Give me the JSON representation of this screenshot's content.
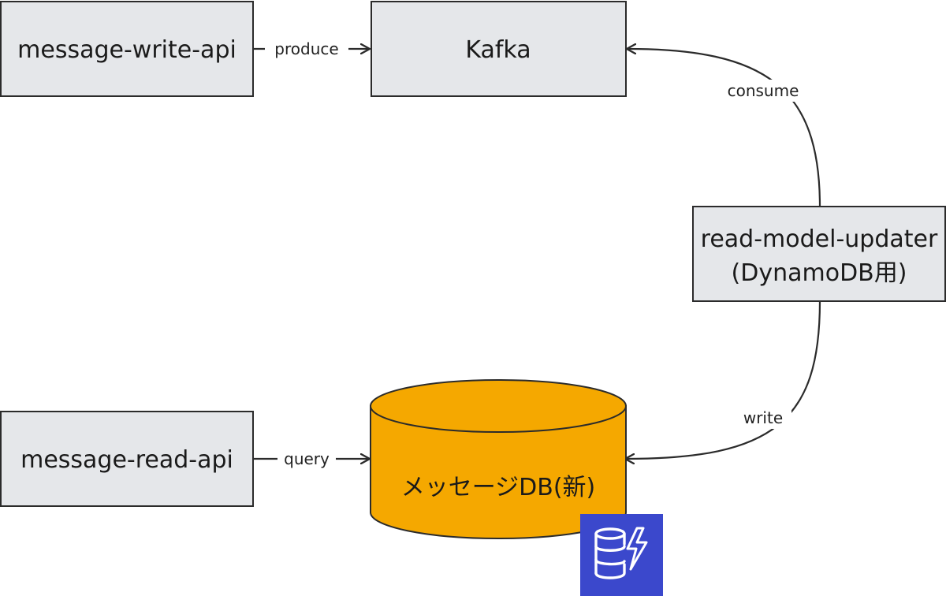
{
  "colors": {
    "node_fill": "#e5e7ea",
    "node_stroke": "#2b2b2b",
    "db_fill": "#f5a800",
    "edge": "#2b2b2b",
    "dynamodb_bg": "#3b48cc",
    "dynamodb_fg": "#ffffff"
  },
  "nodes": {
    "write_api": {
      "label": "message-write-api"
    },
    "kafka": {
      "label": "Kafka"
    },
    "updater": {
      "line1": "read-model-updater",
      "line2": "(DynamoDB用)"
    },
    "read_api": {
      "label": "message-read-api"
    },
    "db": {
      "label": "メッセージDB(新)",
      "icon": "dynamodb-icon"
    }
  },
  "edges": {
    "produce": {
      "label": "produce"
    },
    "consume": {
      "label": "consume"
    },
    "write": {
      "label": "write"
    },
    "query": {
      "label": "query"
    }
  }
}
